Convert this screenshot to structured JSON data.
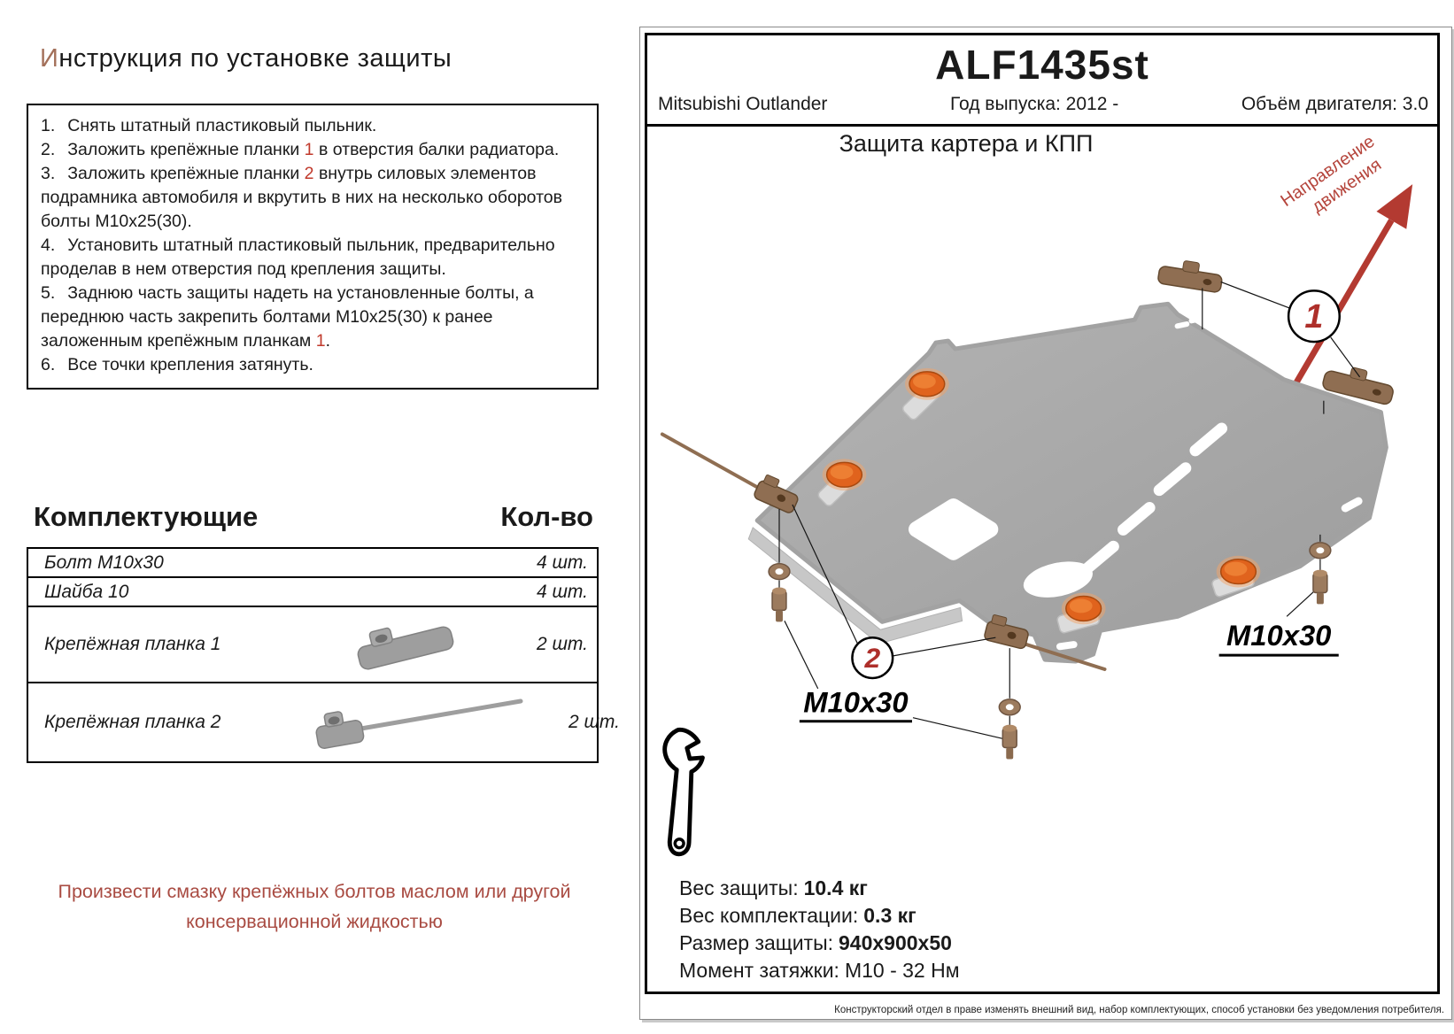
{
  "instructions": {
    "title_initial": "И",
    "title_rest": "нструкция по установке защиты",
    "items": [
      {
        "num": "1.",
        "pre": "Снять штатный пластиковый пыльник.",
        "red": "",
        "post": ""
      },
      {
        "num": "2.",
        "pre": "Заложить крепёжные планки ",
        "red": "1",
        "post": " в отверстия балки радиатора."
      },
      {
        "num": "3.",
        "pre": "Заложить крепёжные планки ",
        "red": "2",
        "post": " внутрь силовых элементов подрамника автомобиля и вкрутить в них на несколько оборотов болты М10х25(30)."
      },
      {
        "num": "4.",
        "pre": "Установить штатный пластиковый пыльник, предварительно проделав в нем отверстия под крепления защиты.",
        "red": "",
        "post": ""
      },
      {
        "num": "5.",
        "pre": "Заднюю часть защиты надеть на установленные болты, а переднюю часть закрепить болтами М10х25(30) к ранее заложенным крепёжным планкам ",
        "red": "1",
        "post": "."
      },
      {
        "num": "6.",
        "pre": "Все точки крепления затянуть.",
        "red": "",
        "post": ""
      }
    ]
  },
  "parts": {
    "header_left": "Комплектующие",
    "header_right": "Кол-во",
    "rows": [
      {
        "name": "Болт М10х30",
        "qty": "4 шт.",
        "image": ""
      },
      {
        "name": "Шайба 10",
        "qty": "4 шт.",
        "image": ""
      },
      {
        "name": "Крепёжная планка 1",
        "qty": "2 шт.",
        "image": "bracket-plate-1"
      },
      {
        "name": "Крепёжная планка 2",
        "qty": "2 шт.",
        "image": "bracket-plate-2"
      }
    ]
  },
  "note": "Произвести смазку крепёжных болтов маслом или другой консервационной жидкостью",
  "panel": {
    "code": "ALF1435st",
    "vehicle": "Mitsubishi Outlander",
    "year_label": "Год выпуска: 2012 -",
    "engine_label": "Объём двигателя: 3.0",
    "subtitle": "Защита картера и КПП",
    "direction_line1": "Направление",
    "direction_line2": "движения",
    "callout_1": "1",
    "callout_2": "2",
    "bolt_label_left": "M10x30",
    "bolt_label_right": "M10x30",
    "specs": [
      {
        "label": "Вес защиты:",
        "value": "10.4 кг"
      },
      {
        "label": "Вес комплектации:",
        "value": "0.3 кг"
      },
      {
        "label": "Размер защиты:",
        "value": "940x900x50"
      },
      {
        "label": "Момент затяжки:",
        "value": "М10 - 32 Нм"
      }
    ],
    "disclaimer": "Конструкторский отдел в праве изменять внешний вид, набор комплектующих, способ установки без уведомления потребителя."
  },
  "colors": {
    "accent_red": "#b33a31",
    "callout_red": "#ae2f2a",
    "plate_gray": "#a8a8a8",
    "bolt_orange": "#e0631d",
    "bracket_brown": "#8f6e52"
  }
}
